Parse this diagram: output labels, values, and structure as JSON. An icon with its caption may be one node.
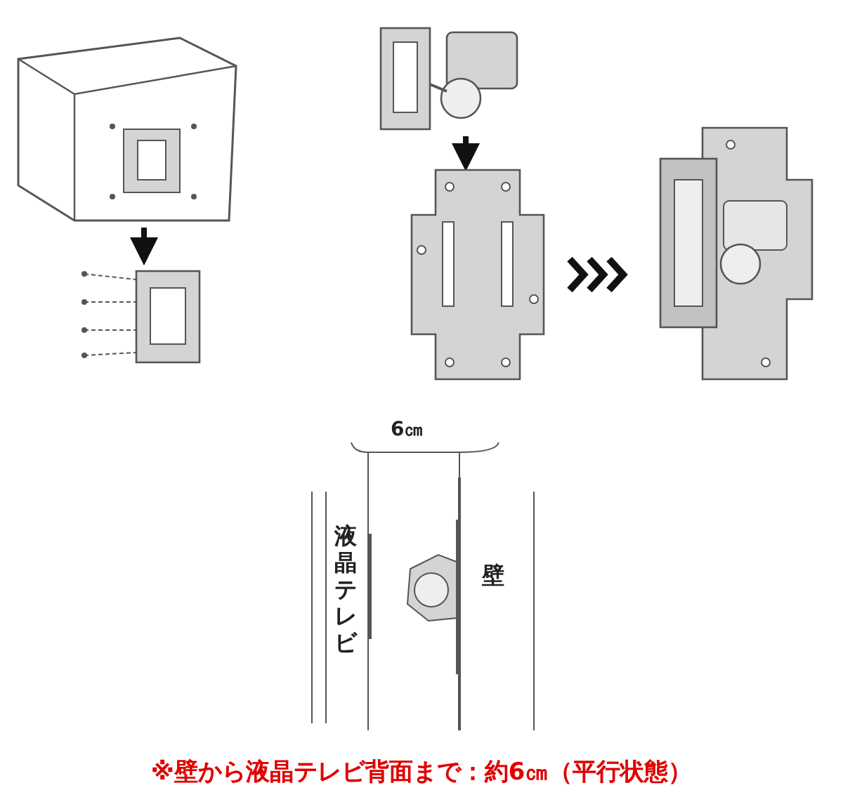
{
  "diagram": {
    "caption": "※壁から液晶テレビ背面まで：約6㎝（平行状態）",
    "nodes": [
      {
        "text": [],
        "shape": "picture"
      },
      {
        "text": [],
        "shape": "picture"
      },
      {
        "text": [],
        "shape": "picture"
      },
      {
        "text": [],
        "shape": "picture"
      },
      {
        "text": [],
        "shape": "picture"
      }
    ],
    "edges": [
      {
        "from": 0,
        "to": 1,
        "arrow": "to"
      },
      {
        "from": 2,
        "to": 3,
        "arrow": "to"
      },
      {
        "from": 3,
        "to": 4,
        "arrow": "to"
      }
    ],
    "labels": [
      "6㎝",
      "液晶テレビ",
      "壁"
    ]
  }
}
